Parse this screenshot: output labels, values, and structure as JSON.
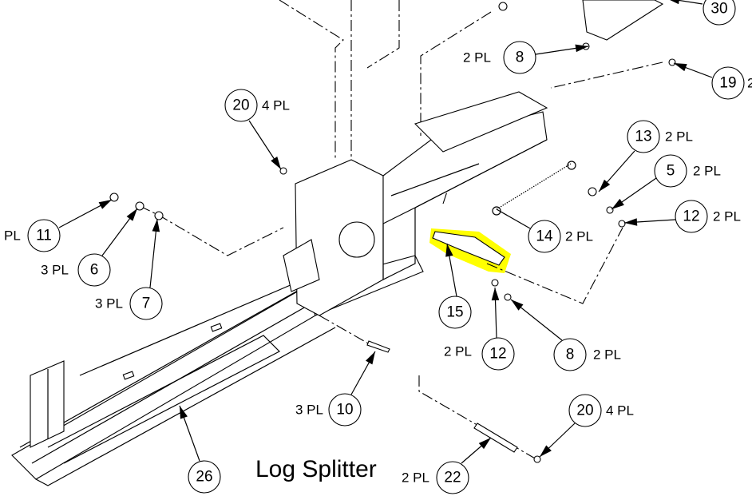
{
  "title": "Log Splitter",
  "highlight_color": "#ffff00",
  "balloons": [
    {
      "num": "30",
      "qty": ""
    },
    {
      "num": "8",
      "qty": "2 PL"
    },
    {
      "num": "19",
      "qty": "2"
    },
    {
      "num": "20",
      "qty": "4 PL"
    },
    {
      "num": "13",
      "qty": "2 PL"
    },
    {
      "num": "5",
      "qty": "2 PL"
    },
    {
      "num": "12",
      "qty": "2 PL"
    },
    {
      "num": "11",
      "qty": "PL"
    },
    {
      "num": "6",
      "qty": "3 PL"
    },
    {
      "num": "7",
      "qty": "3 PL"
    },
    {
      "num": "14",
      "qty": "2 PL"
    },
    {
      "num": "15",
      "qty": ""
    },
    {
      "num": "12",
      "qty": "2 PL"
    },
    {
      "num": "8",
      "qty": "2 PL"
    },
    {
      "num": "10",
      "qty": "3 PL"
    },
    {
      "num": "20",
      "qty": "4 PL"
    },
    {
      "num": "26",
      "qty": ""
    },
    {
      "num": "22",
      "qty": "2 PL"
    }
  ]
}
